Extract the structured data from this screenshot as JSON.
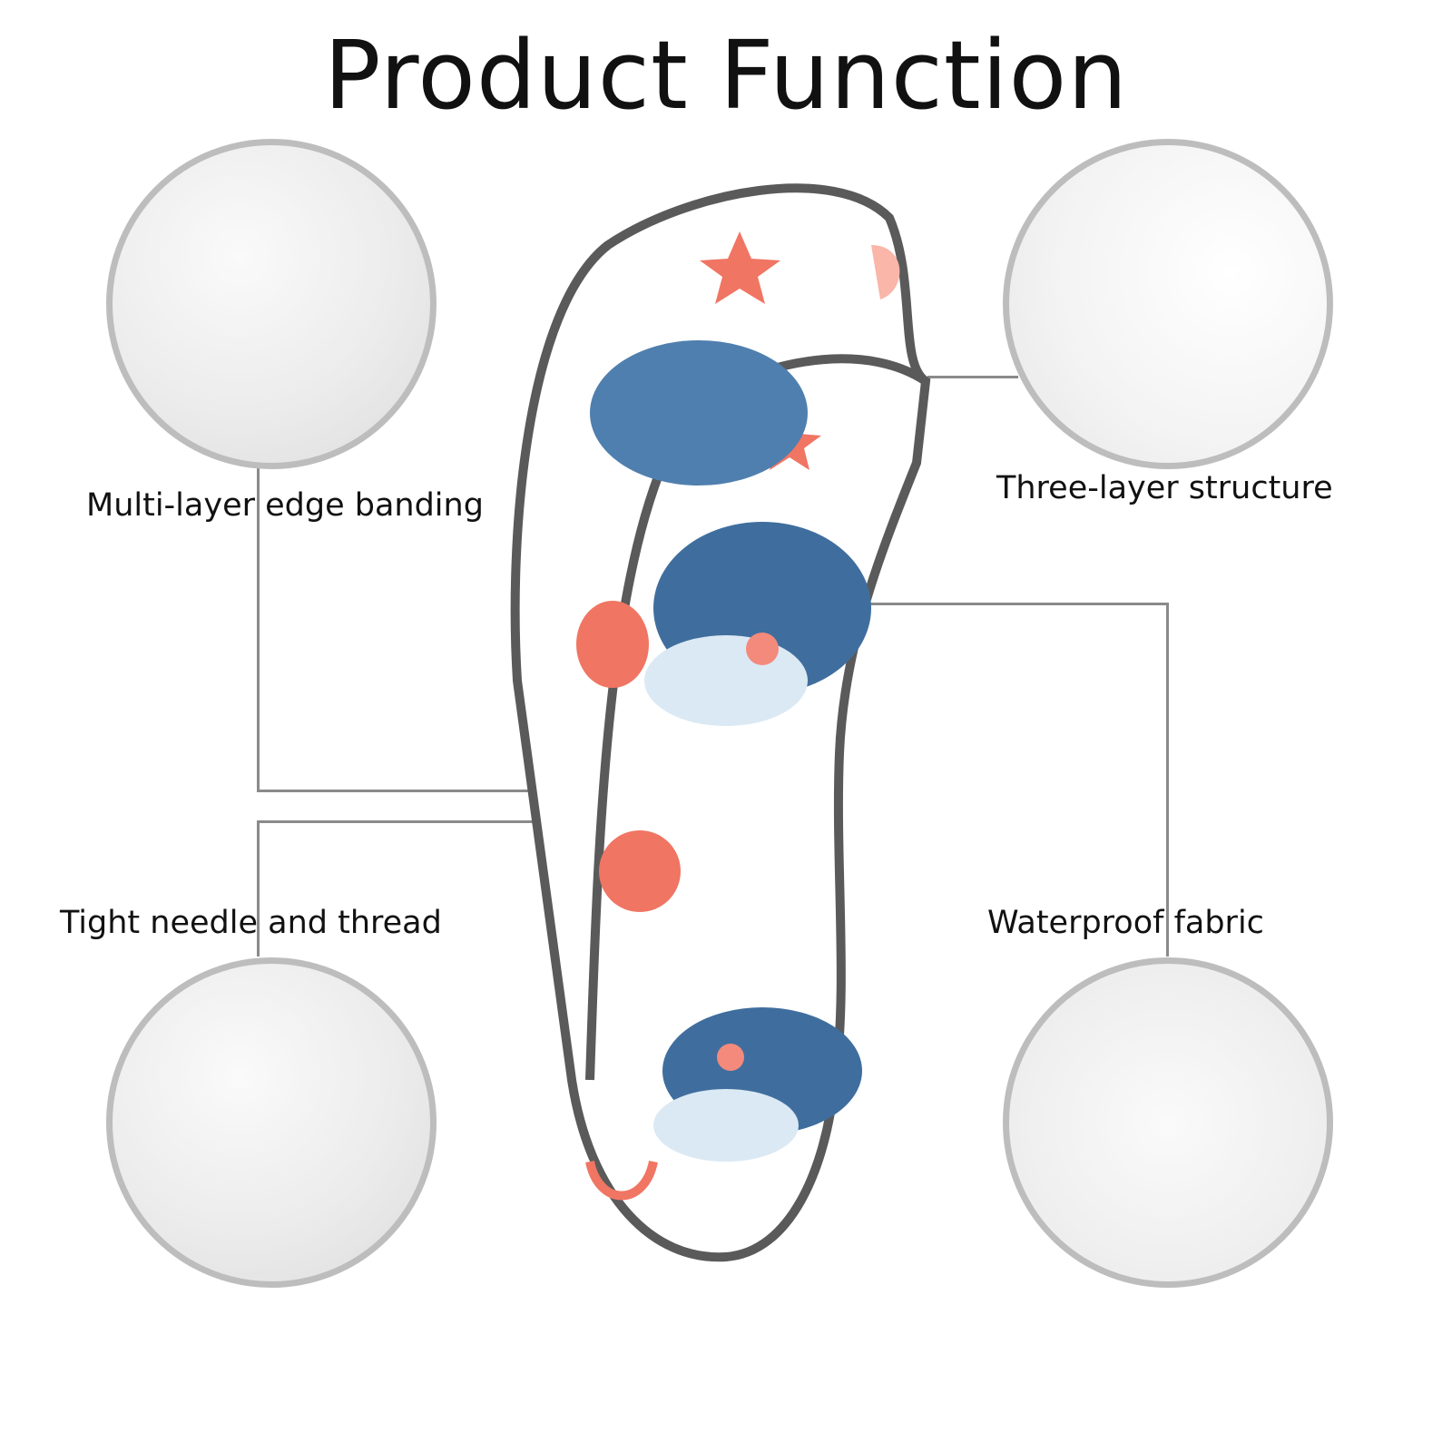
{
  "title": "Product Function",
  "features": [
    {
      "label": "Multi-layer edge banding"
    },
    {
      "label": "Three-layer structure"
    },
    {
      "label": "Tight needle and thread"
    },
    {
      "label": "Waterproof fabric"
    }
  ],
  "colors": {
    "outline": "#5a5a5a",
    "whale": "#3f6e9e",
    "coral": "#f07563",
    "circle_border": "#bdbdbd"
  }
}
